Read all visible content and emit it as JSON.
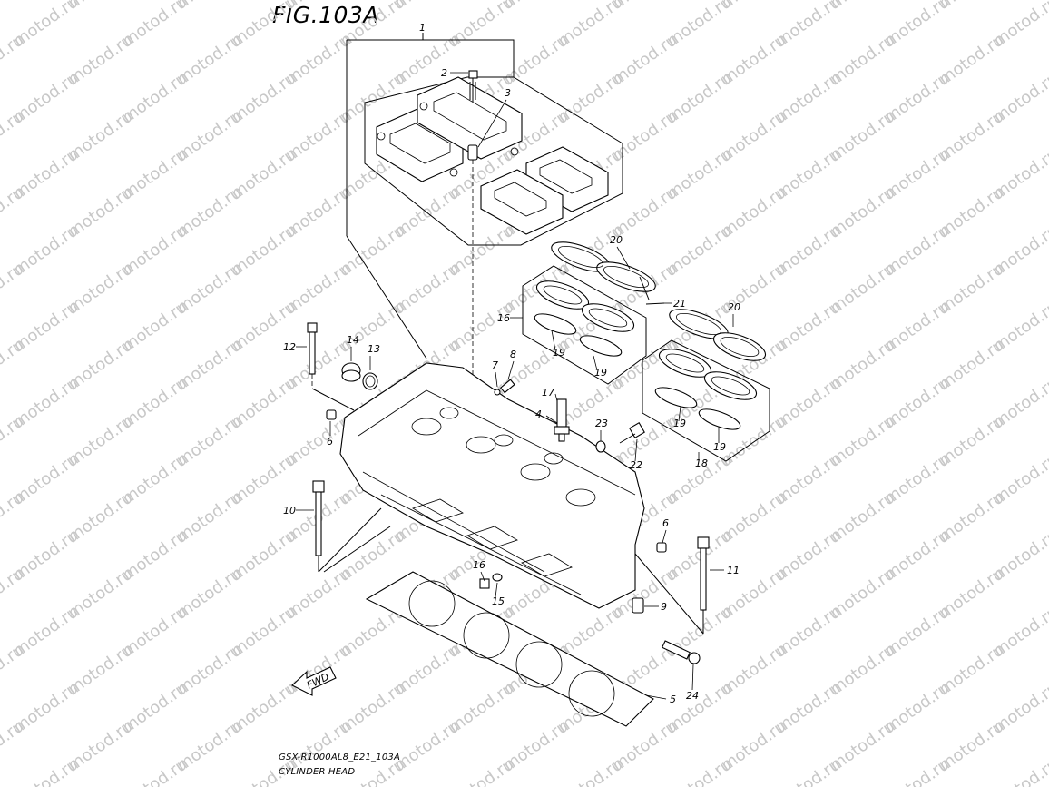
{
  "figure": {
    "title": "FIG.103A",
    "model_code": "GSX-R1000AL8_E21_103A",
    "caption": "CYLINDER HEAD"
  },
  "watermark": {
    "text": "motod.ru"
  },
  "fwd_label": "FWD",
  "callouts": [
    "1",
    "2",
    "3",
    "20",
    "21",
    "16",
    "20",
    "12",
    "14",
    "13",
    "8",
    "7",
    "19",
    "19",
    "17",
    "23",
    "4",
    "6",
    "22",
    "19",
    "19",
    "18",
    "10",
    "6",
    "16",
    "15",
    "11",
    "9",
    "5",
    "24"
  ]
}
